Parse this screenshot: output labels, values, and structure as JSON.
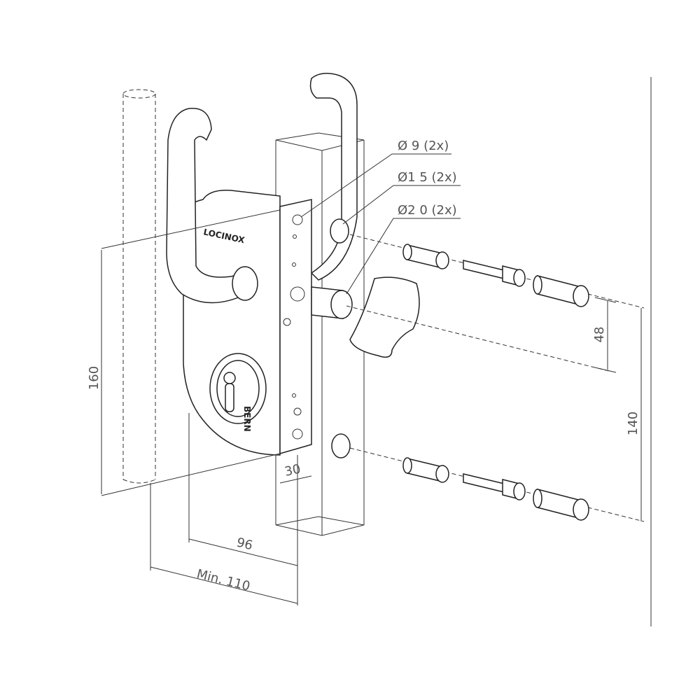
{
  "title": "Gate lock installation drawing",
  "callouts": {
    "hole_9": "Ø 9 (2x)",
    "hole_15": "Ø1 5 (2x)",
    "hole_20": "Ø2 0 (2x)"
  },
  "dimensions": {
    "d48": "48",
    "d140": "140",
    "d160": "160",
    "d30": "30",
    "d96": "96",
    "dmin110": "Min. 110"
  },
  "logo": "LOCINOX",
  "cylinder_text": "BERN"
}
